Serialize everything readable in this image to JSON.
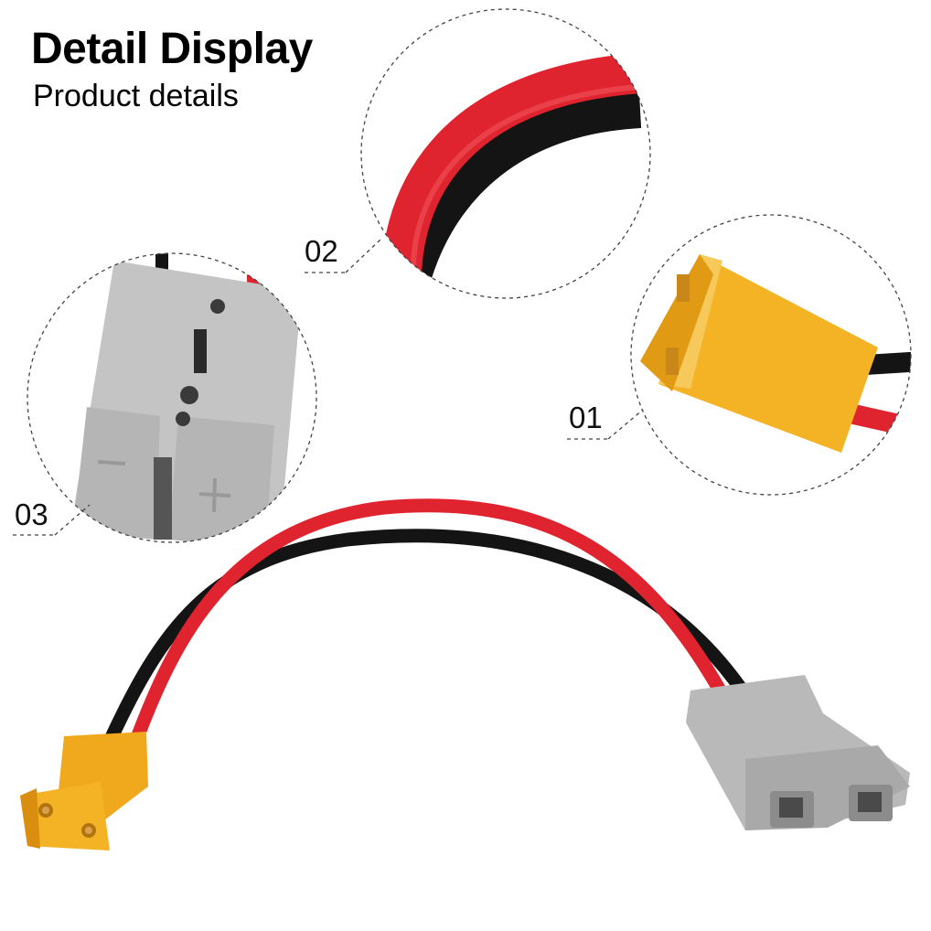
{
  "header": {
    "title": "Detail Display",
    "subtitle": "Product details"
  },
  "callouts": [
    {
      "number": "01",
      "subject": "xt90-yellow-connector"
    },
    {
      "number": "02",
      "subject": "red-black-wires"
    },
    {
      "number": "03",
      "subject": "gray-anderson-connector"
    }
  ],
  "colors": {
    "red_wire": "#e0242f",
    "black_wire": "#141414",
    "yellow_connector": "#f4b324",
    "gray_connector": "#b9b9b9",
    "dashed_circle": "#444444"
  }
}
